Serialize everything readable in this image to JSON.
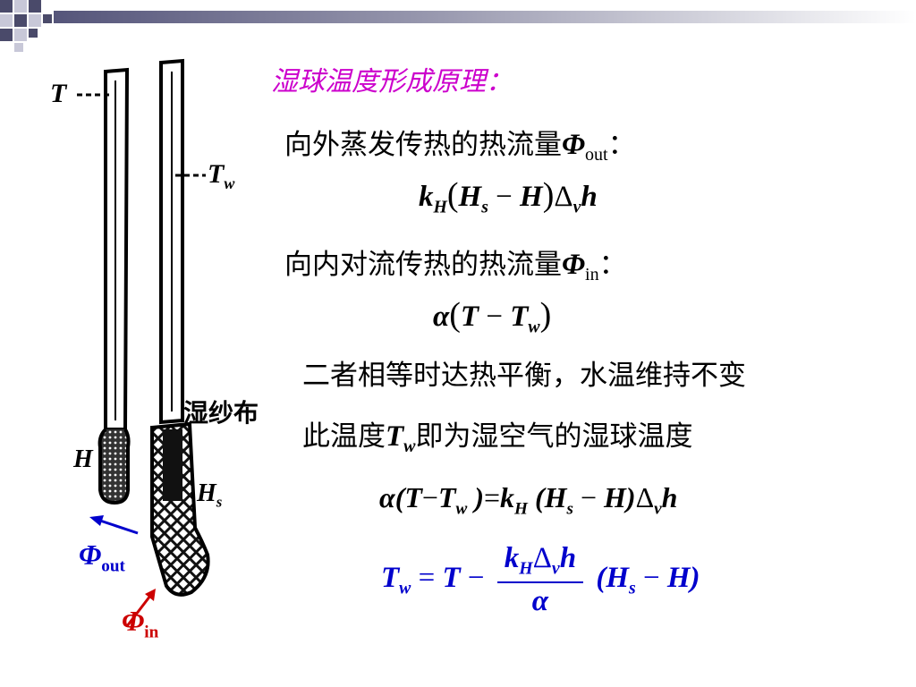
{
  "slide": {
    "title": "湿球温度形成原理：",
    "line_out": "向外蒸发传热的热流量",
    "phi": "Φ",
    "sub_out": "out",
    "sub_in": "in",
    "colon": "：",
    "line_in": "向内对流传热的热流量",
    "balance": "二者相等时达热平衡，水温维持不变",
    "wet_prefix": "此温度",
    "wet_suffix": "即为湿空气的湿球温度",
    "T": "T",
    "w": "w",
    "k": "k",
    "H": "H",
    "s": "s",
    "v": "v",
    "h": "h",
    "delta": "Δ",
    "alpha": "α",
    "minus": "−",
    "equals": "=",
    "lparen": "(",
    "rparen": ")"
  },
  "figure": {
    "label_T": "T",
    "label_Tw": "T",
    "label_Tw_sub": "w",
    "label_cloth": "湿纱布",
    "label_H": "H",
    "label_Hs": "H",
    "label_Hs_sub": "s",
    "phi": "Φ",
    "out": "out",
    "in": "in"
  },
  "colors": {
    "title": "#cc00cc",
    "formula": "#0000cc",
    "phi_out": "#0000cc",
    "phi_in": "#cc0000",
    "deco": "#555577"
  }
}
